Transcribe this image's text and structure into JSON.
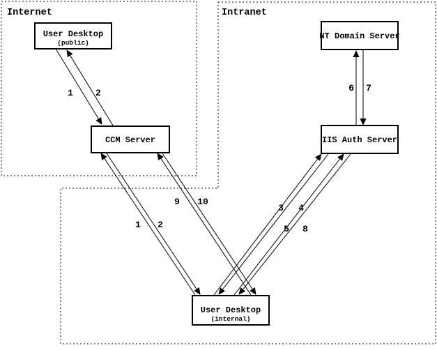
{
  "diagram": {
    "background_color": "#ffffff",
    "line_color": "#000000",
    "zones": {
      "internet": {
        "label": "Internet"
      },
      "intranet": {
        "label": "Intranet"
      }
    },
    "nodes": {
      "user_desktop_public": {
        "title": "User Desktop",
        "subtitle": "(public)"
      },
      "ccm_server": {
        "title": "CCM Server"
      },
      "nt_domain_server": {
        "title": "NT Domain Server"
      },
      "iis_auth_server": {
        "title": "IIS Auth Server"
      },
      "user_desktop_internal": {
        "title": "User Desktop",
        "subtitle": "(internal)"
      }
    },
    "edges": [
      {
        "label": "1",
        "from": "user_desktop_public",
        "to": "ccm_server"
      },
      {
        "label": "2",
        "from": "ccm_server",
        "to": "user_desktop_public"
      },
      {
        "label": "1",
        "from": "user_desktop_internal",
        "to": "ccm_server"
      },
      {
        "label": "2",
        "from": "ccm_server",
        "to": "user_desktop_internal"
      },
      {
        "label": "9",
        "from": "user_desktop_internal",
        "to": "ccm_server"
      },
      {
        "label": "10",
        "from": "ccm_server",
        "to": "user_desktop_internal"
      },
      {
        "label": "3",
        "from": "user_desktop_internal",
        "to": "iis_auth_server"
      },
      {
        "label": "4",
        "from": "iis_auth_server",
        "to": "user_desktop_internal"
      },
      {
        "label": "5",
        "from": "user_desktop_internal",
        "to": "iis_auth_server"
      },
      {
        "label": "8",
        "from": "iis_auth_server",
        "to": "user_desktop_internal"
      },
      {
        "label": "6",
        "from": "iis_auth_server",
        "to": "nt_domain_server"
      },
      {
        "label": "7",
        "from": "nt_domain_server",
        "to": "iis_auth_server"
      }
    ]
  }
}
